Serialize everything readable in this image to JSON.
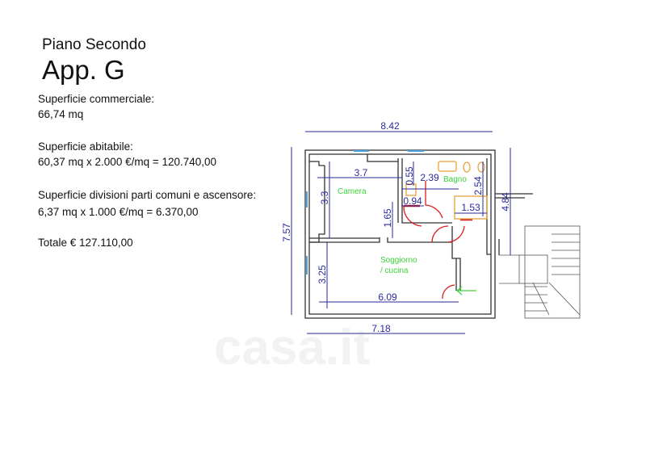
{
  "header": {
    "floor": "Piano Secondo",
    "apartment": "App. G"
  },
  "info": {
    "commercial_label": "Superficie commerciale:",
    "commercial_value": "66,74 mq",
    "livable_label": "Superficie abitabile:",
    "livable_value": "60,37 mq x 2.000 €/mq = 120.740,00",
    "common_label": "Superficie divisioni parti comuni e ascensore:",
    "common_value": "6,37 mq x 1.000 €/mq = 6.370,00",
    "total": "Totale € 127.110,00"
  },
  "plan": {
    "dims": {
      "top": "8.42",
      "left": "7.57",
      "bottom": "7.18",
      "right": "4.84",
      "camera_width": "3.7",
      "camera_height": "3.3",
      "camera_door": "1.65",
      "closet": "0.55",
      "hall": "0.94",
      "bath_width": "2.39",
      "bath_height": "2.54",
      "bath_small": "1.53",
      "living_height": "3.25",
      "living_width": "6.09"
    },
    "rooms": {
      "camera": "Camera",
      "bagno": "Bagno",
      "soggiorno_1": "Soggiorno",
      "soggiorno_2": "/ cucina"
    },
    "colors": {
      "wall": "#333333",
      "dim": "#2a2a9a",
      "door": "#d81e1e",
      "room": "#3ad23a",
      "fixture": "#e8a23a",
      "window": "#4aa3e0"
    }
  },
  "watermark": "casa.it"
}
